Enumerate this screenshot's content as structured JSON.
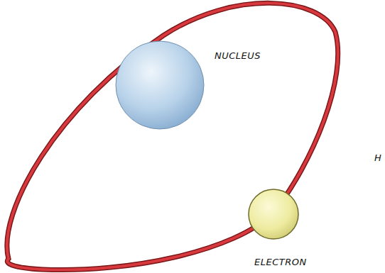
{
  "diagram": {
    "labels": [
      "NUCLEUS",
      "ELECTRON",
      "H"
    ]
  }
}
